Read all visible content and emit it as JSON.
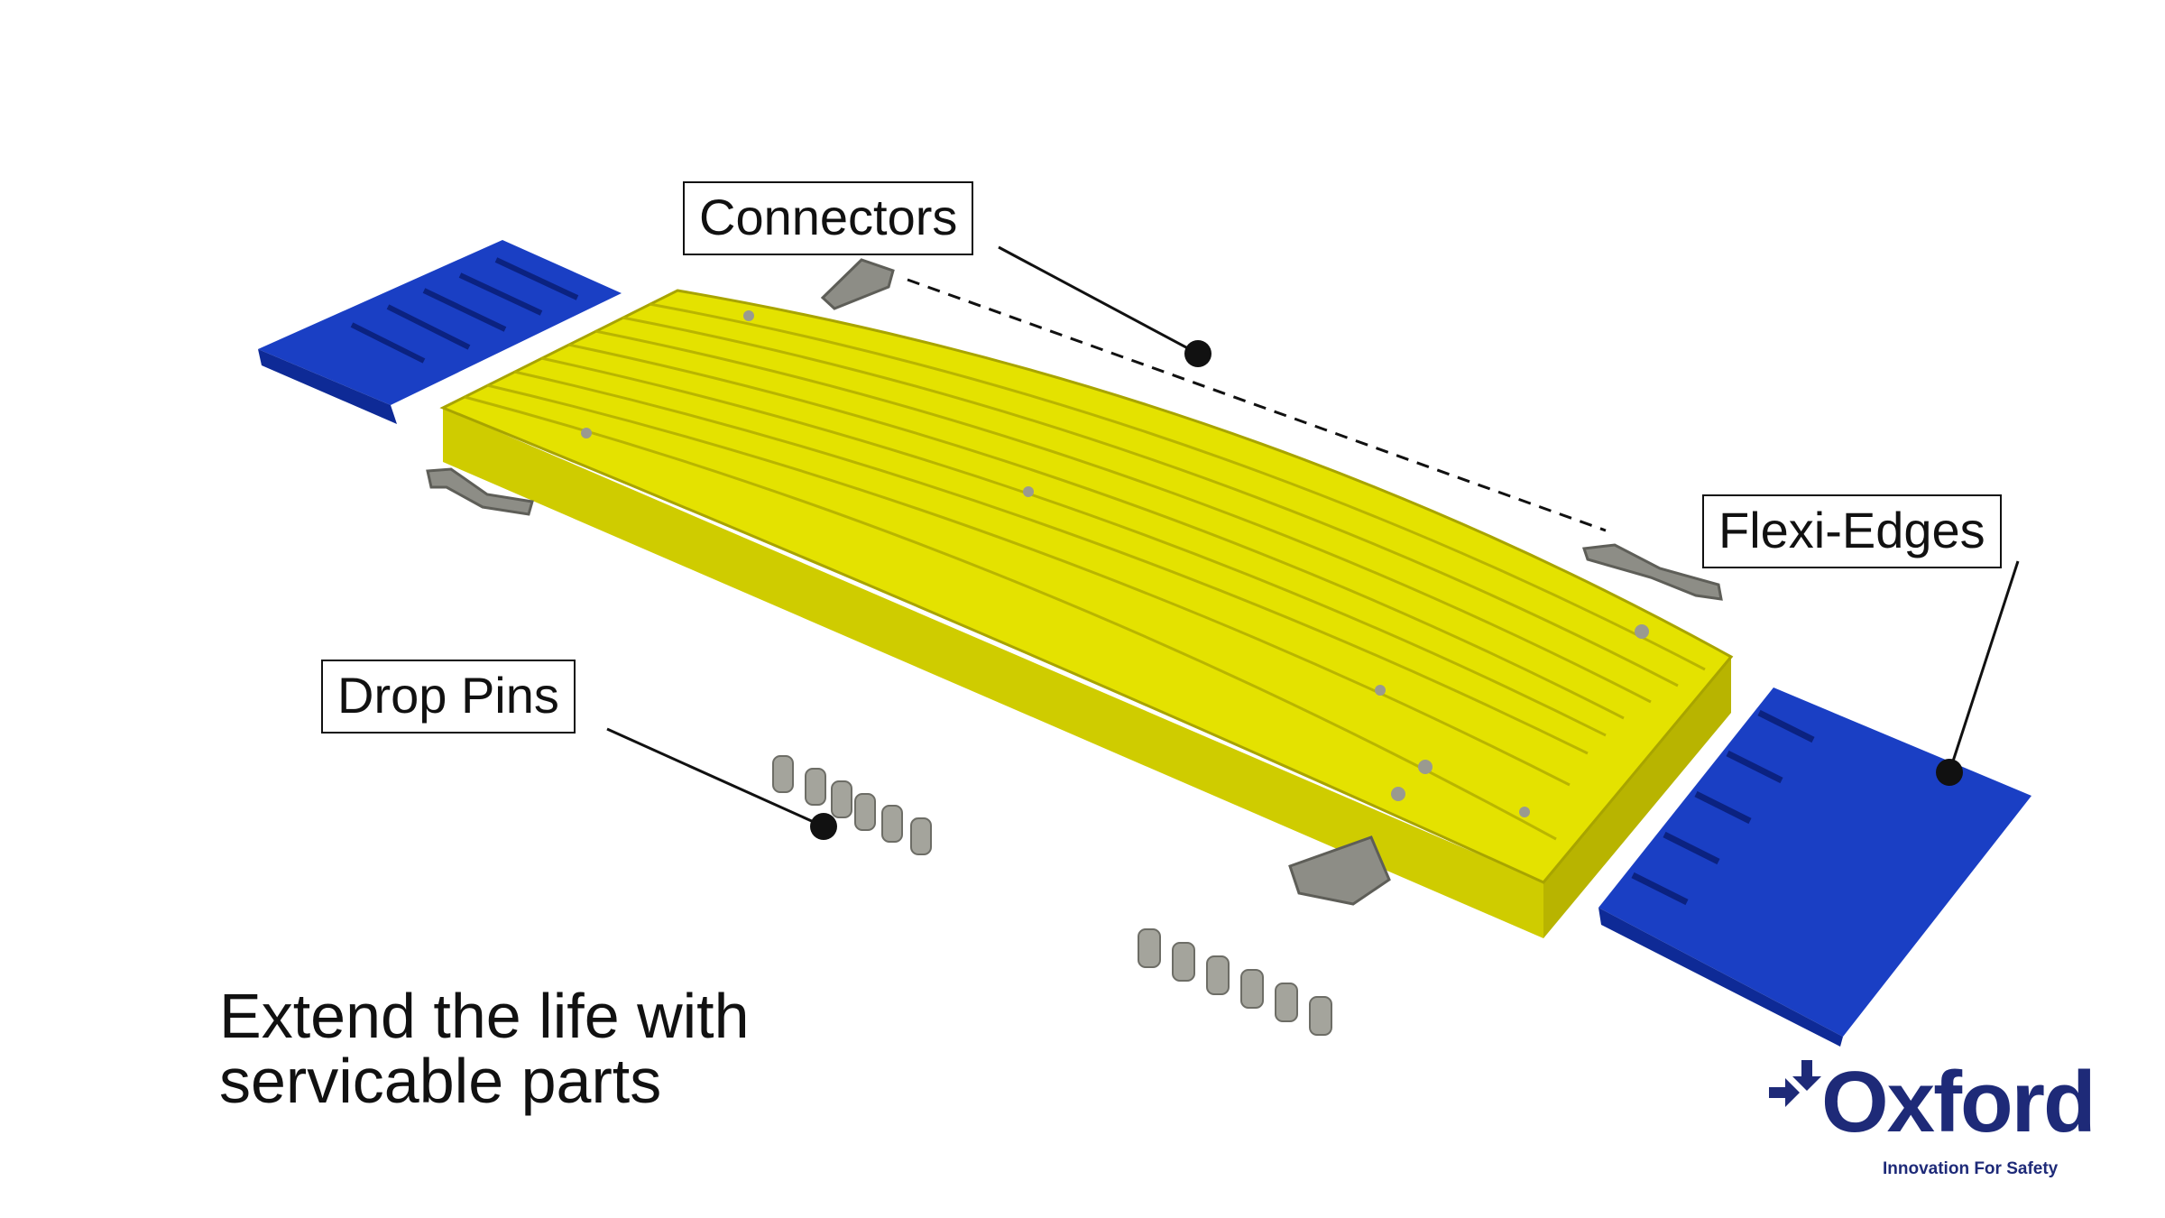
{
  "callouts": {
    "connectors": "Connectors",
    "flexi_edges": "Flexi-Edges",
    "drop_pins": "Drop Pins"
  },
  "headline": {
    "line1": "Extend the life with",
    "line2": "servicable parts"
  },
  "logo": {
    "word": "Oxford",
    "tagline": "Innovation For Safety"
  },
  "colors": {
    "plate": "#e2e000",
    "plate_side": "#c9c400",
    "edge": "#1a3fc4",
    "metal": "#8a8a84",
    "brand": "#1e2a78"
  }
}
